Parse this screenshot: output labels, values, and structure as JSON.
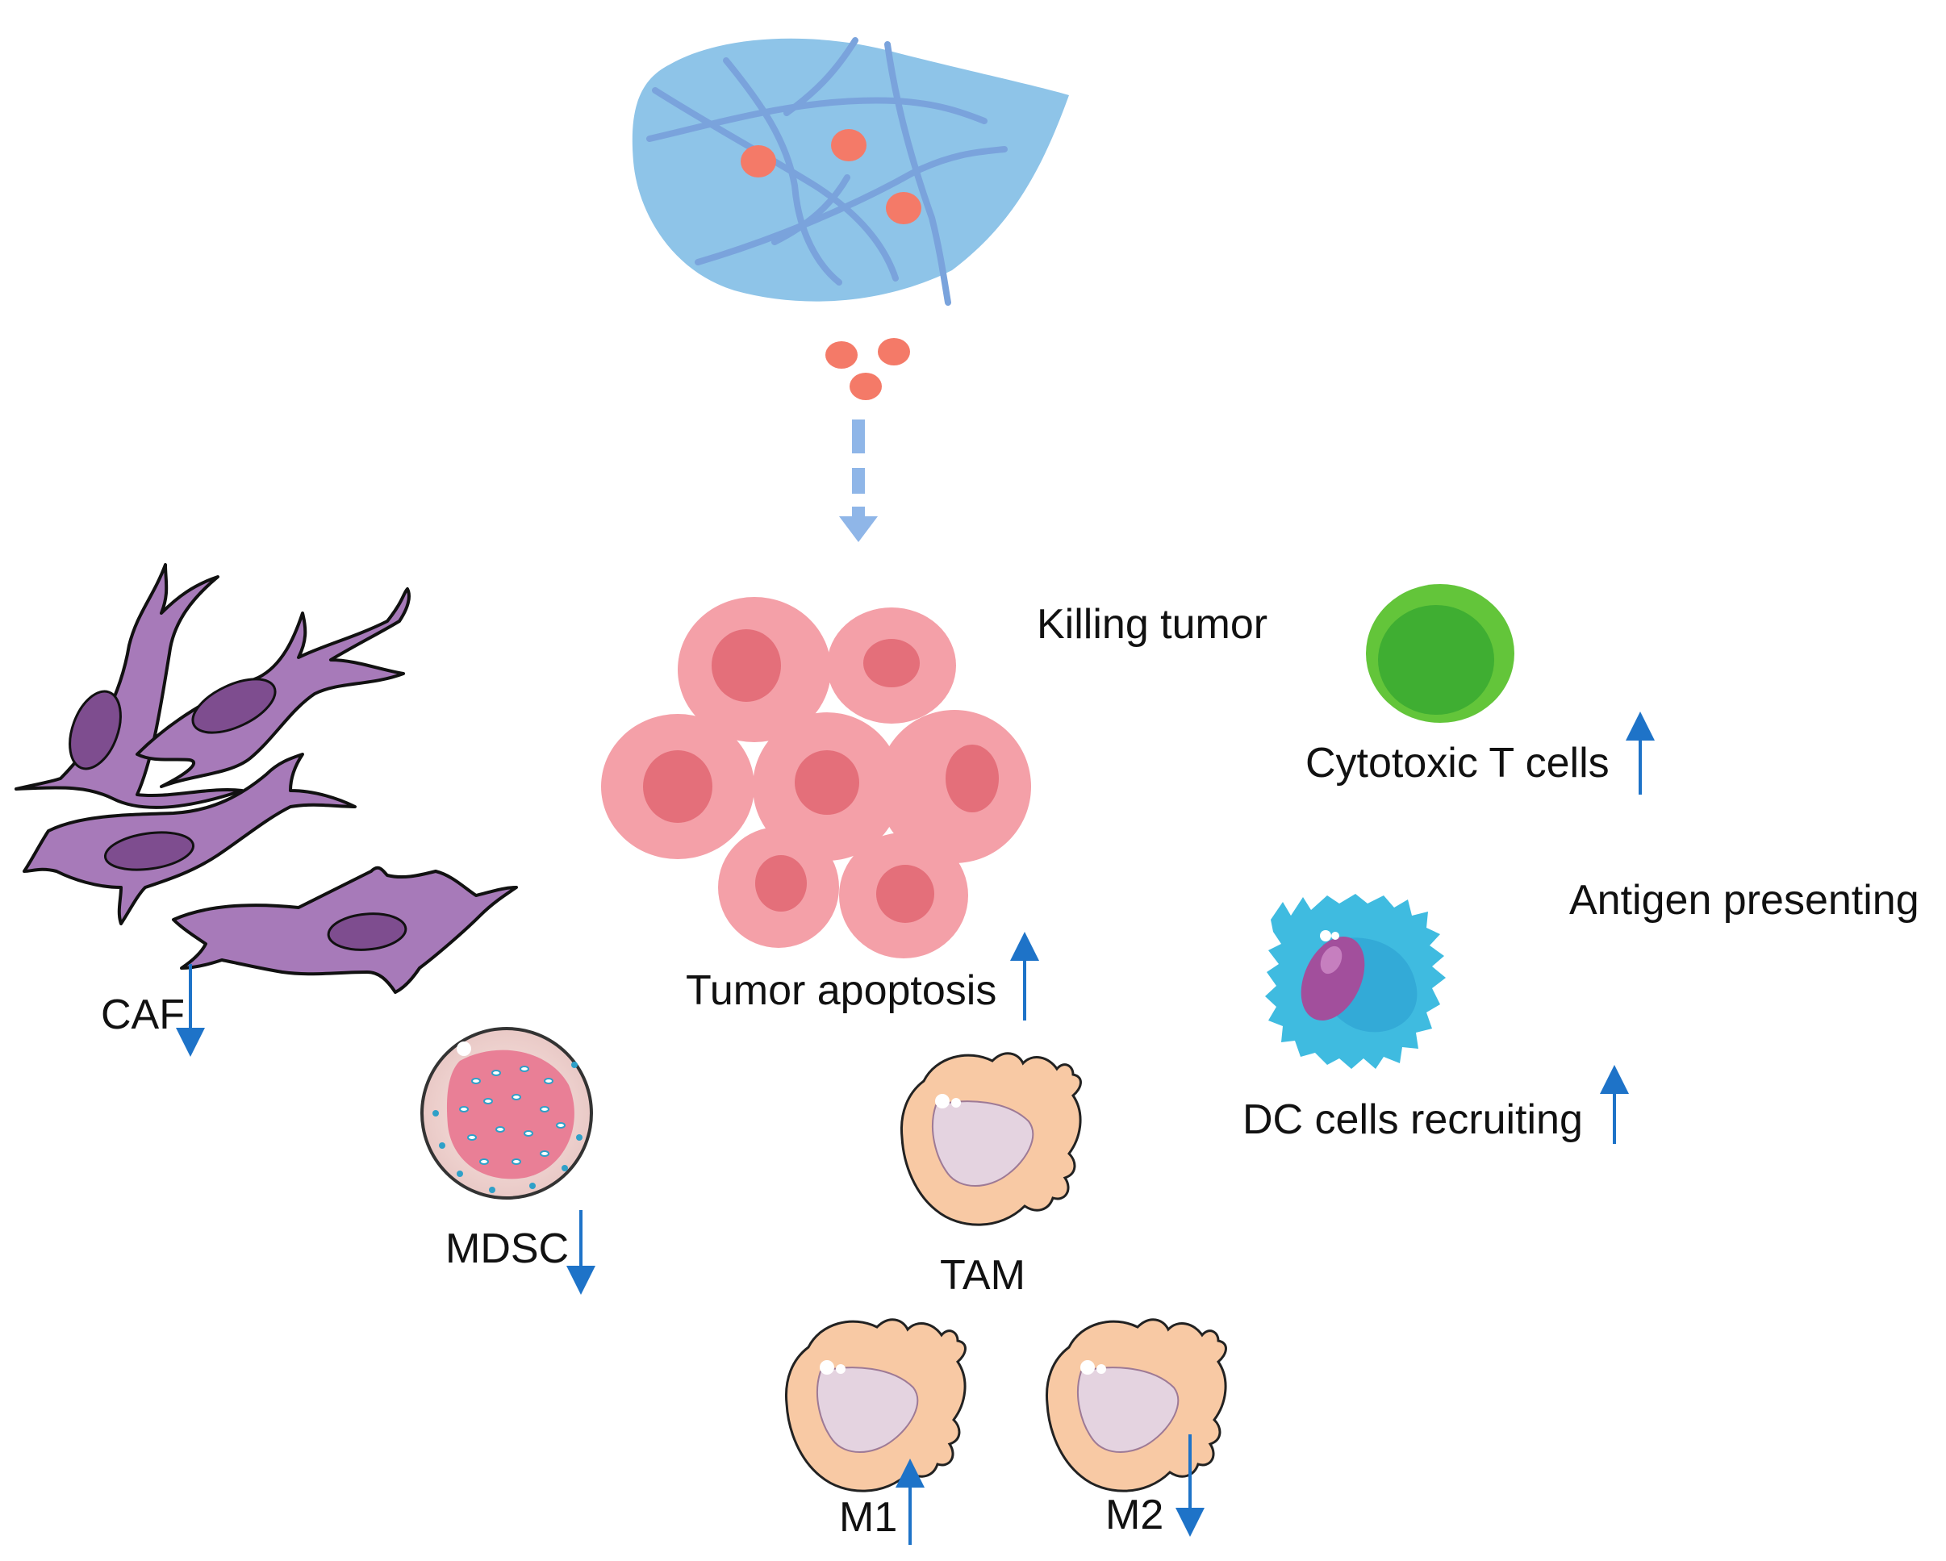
{
  "labels": {
    "killing_tumor": "Killing tumor",
    "cytotoxic_t_cells": "Cytotoxic T cells",
    "antigen_presenting": "Antigen presenting",
    "tumor_apoptosis": "Tumor apoptosis",
    "caf": "CAF",
    "mdsc": "MDSC",
    "dc_cells_recruiting": "DC cells recruiting",
    "tam": "TAM",
    "m1": "M1",
    "m2": "M2"
  },
  "trends": {
    "cytotoxic_t_cells": "up",
    "tumor_apoptosis": "up",
    "caf": "down",
    "mdsc": "down",
    "dc_cells_recruiting": "up",
    "m1": "up",
    "m2": "down"
  },
  "colors": {
    "hydrogel": "#8ec4e8",
    "hydrogel_fiber": "#7aa3dc",
    "drug_particle": "#f47a68",
    "release_arrow": "#8fb6e8",
    "tumor_cell": "#f4a0a8",
    "tumor_nucleus": "#e46f7a",
    "caf_cell": "#a77ab9",
    "caf_nucleus": "#7e4d8f",
    "t_cell": "#63c53a",
    "t_cell_nucleus": "#3fae32",
    "dc_cell": "#3fbbe0",
    "dc_nucleus": "#a24f9c",
    "macrophage": "#f8c9a4",
    "macrophage_nucleus": "#e4d3e0",
    "mdsc_cell": "#f7dcd9",
    "mdsc_nucleus": "#e97f96",
    "trend_arrow": "#1e73c8"
  }
}
